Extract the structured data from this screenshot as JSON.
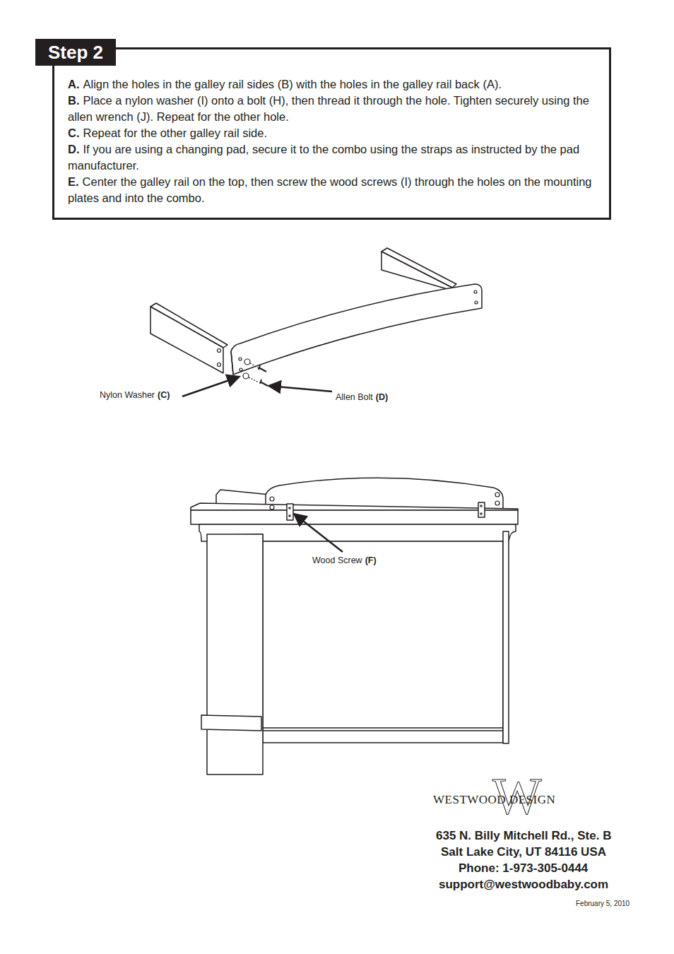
{
  "diagram": {
    "title": "Step 2",
    "nodes": [
      {
        "text": [
          "A.",
          "Align the holes in the galley rail sides (B) with the holes in the galley rail back (A).",
          "B.",
          "Place a nylon washer (I) onto a bolt (H), then thread it through the hole. Tighten securely using the allen wrench (J). Repeat for the other hole.",
          "C.",
          "Repeat for the other galley rail side.",
          "D.",
          "If you are using a changing pad, secure it to the combo using the straps as instructed by the pad manufacturer.",
          "E.",
          "Center the galley rail on the top, then screw the wood screws (I) through the holes on the mounting plates and into the combo."
        ]
      }
    ],
    "labels": [
      "Nylon Washer",
      "(C)",
      "Allen Bolt",
      "(D)",
      "Wood Screw",
      "(F)",
      "W",
      "WESTWOOD DESIGN",
      "635 N. Billy Mitchell Rd., Ste. B",
      "Salt Lake City, UT 84116 USA",
      "Phone: 1-973-305-0444",
      "support@westwoodbaby.com",
      "February 5, 2010"
    ]
  }
}
